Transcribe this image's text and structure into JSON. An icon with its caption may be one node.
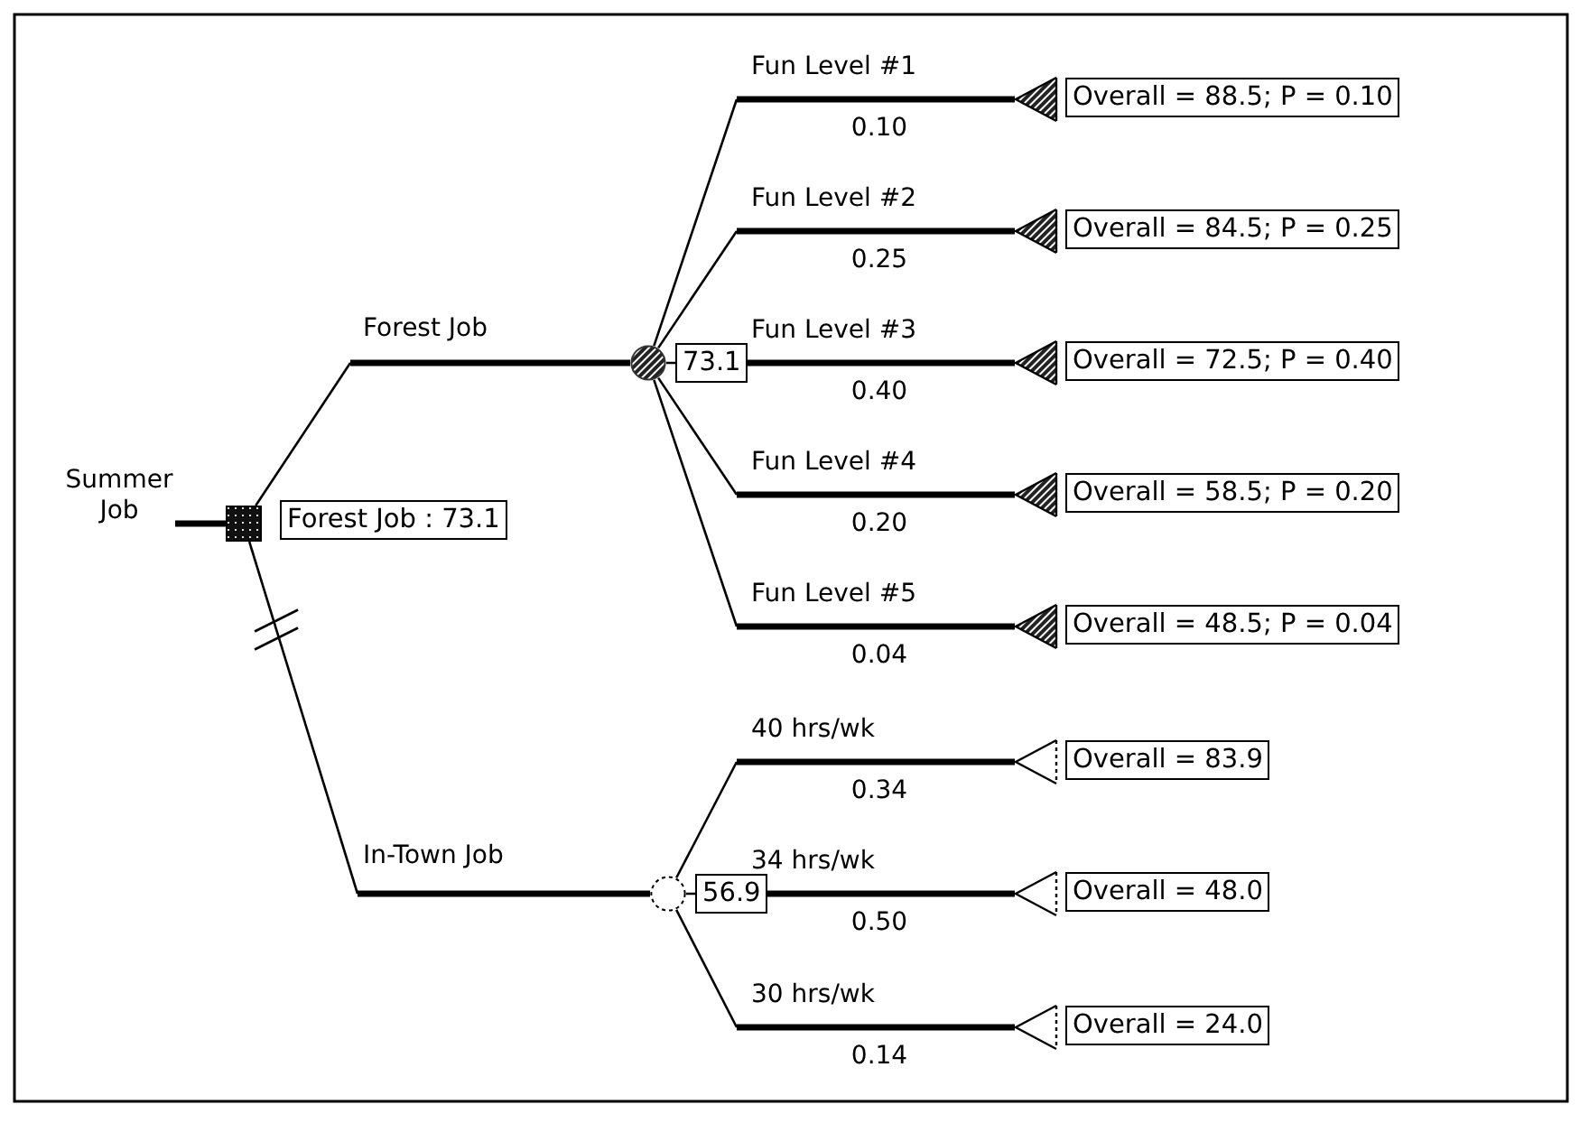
{
  "diagram": {
    "nodes": [
      {
        "text": [],
        "shape": "box",
        "beside": [
          "Forest Job : 73.1"
        ]
      },
      {
        "text": [],
        "shape": "circle",
        "beside": [
          "73.1"
        ]
      },
      {
        "text": [],
        "shape": "circle",
        "beside": [
          "56.9"
        ]
      },
      {
        "text": [],
        "shape": "triangle",
        "beside": [
          "Overall = 88.5; P = 0.10"
        ]
      },
      {
        "text": [],
        "shape": "triangle",
        "beside": [
          "Overall = 84.5; P = 0.25"
        ]
      },
      {
        "text": [],
        "shape": "triangle",
        "beside": [
          "Overall = 72.5; P = 0.40"
        ]
      },
      {
        "text": [],
        "shape": "triangle",
        "beside": [
          "Overall = 58.5; P = 0.20"
        ]
      },
      {
        "text": [],
        "shape": "triangle",
        "beside": [
          "Overall = 48.5; P = 0.04"
        ]
      },
      {
        "text": [],
        "shape": "triangle",
        "beside": [
          "Overall = 83.9"
        ]
      },
      {
        "text": [],
        "shape": "triangle",
        "beside": [
          "Overall = 48.0"
        ]
      },
      {
        "text": [],
        "shape": "triangle",
        "beside": [
          "Overall = 24.0"
        ]
      }
    ],
    "edges": [
      {
        "from": null,
        "to": 0,
        "arrow": "none",
        "label": "Summer Job"
      },
      {
        "from": 0,
        "to": 1,
        "arrow": "none",
        "label": "Forest Job"
      },
      {
        "from": 0,
        "to": 2,
        "arrow": "none",
        "label": "In-Town Job"
      },
      {
        "from": 1,
        "to": 3,
        "arrow": "none",
        "label": "Fun Level #1"
      },
      {
        "from": 1,
        "to": 4,
        "arrow": "none",
        "label": "Fun Level #2"
      },
      {
        "from": 1,
        "to": 5,
        "arrow": "none",
        "label": "Fun Level #3"
      },
      {
        "from": 1,
        "to": 6,
        "arrow": "none",
        "label": "Fun Level #4"
      },
      {
        "from": 1,
        "to": 7,
        "arrow": "none",
        "label": "Fun Level #5"
      },
      {
        "from": 2,
        "to": 8,
        "arrow": "none",
        "label": "40 hrs/wk"
      },
      {
        "from": 2,
        "to": 9,
        "arrow": "none",
        "label": "34 hrs/wk"
      },
      {
        "from": 2,
        "to": 10,
        "arrow": "none",
        "label": "30 hrs/wk"
      }
    ],
    "labels": [
      "0.10",
      "0.25",
      "0.40",
      "0.20",
      "0.04",
      "0.34",
      "0.50",
      "0.14"
    ]
  }
}
